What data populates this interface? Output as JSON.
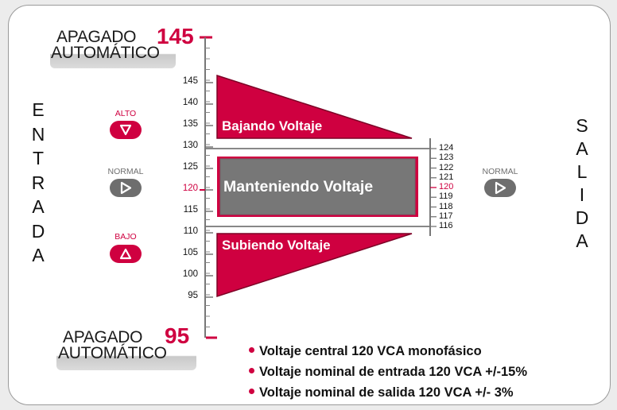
{
  "shutoff_high": {
    "line1": "APAGADO",
    "line2": "AUTOMÁTICO",
    "value": "145"
  },
  "shutoff_low": {
    "line1": "APAGADO",
    "line2": "AUTOMÁTICO",
    "value": "95"
  },
  "input_label": "ENTRADA",
  "output_label": "SALIDA",
  "input_states": [
    {
      "label": "ALTO",
      "icon": "triangle-down-icon"
    },
    {
      "label": "NORMAL",
      "icon": "triangle-right-icon"
    },
    {
      "label": "BAJO",
      "icon": "triangle-up-icon"
    }
  ],
  "output_state": {
    "label": "NORMAL",
    "icon": "triangle-right-icon"
  },
  "input_scale": [
    "145",
    "140",
    "135",
    "130",
    "125",
    "120",
    "115",
    "110",
    "105",
    "100",
    "95"
  ],
  "output_scale": [
    "124",
    "123",
    "122",
    "121",
    "120",
    "119",
    "118",
    "117",
    "116"
  ],
  "bands": {
    "reduce": "Bajando Voltaje",
    "maintain": "Manteniendo Voltaje",
    "boost": "Subiendo Voltaje"
  },
  "bullets": [
    "Voltaje central 120 VCA monofásico",
    "Voltaje nominal de entrada 120 VCA +/-15%",
    "Voltaje nominal de salida 120 VCA +/- 3%"
  ],
  "colors": {
    "accent": "#cf0040",
    "gray": "#6e6e6e",
    "dark_gray": "#4a4a4a"
  }
}
